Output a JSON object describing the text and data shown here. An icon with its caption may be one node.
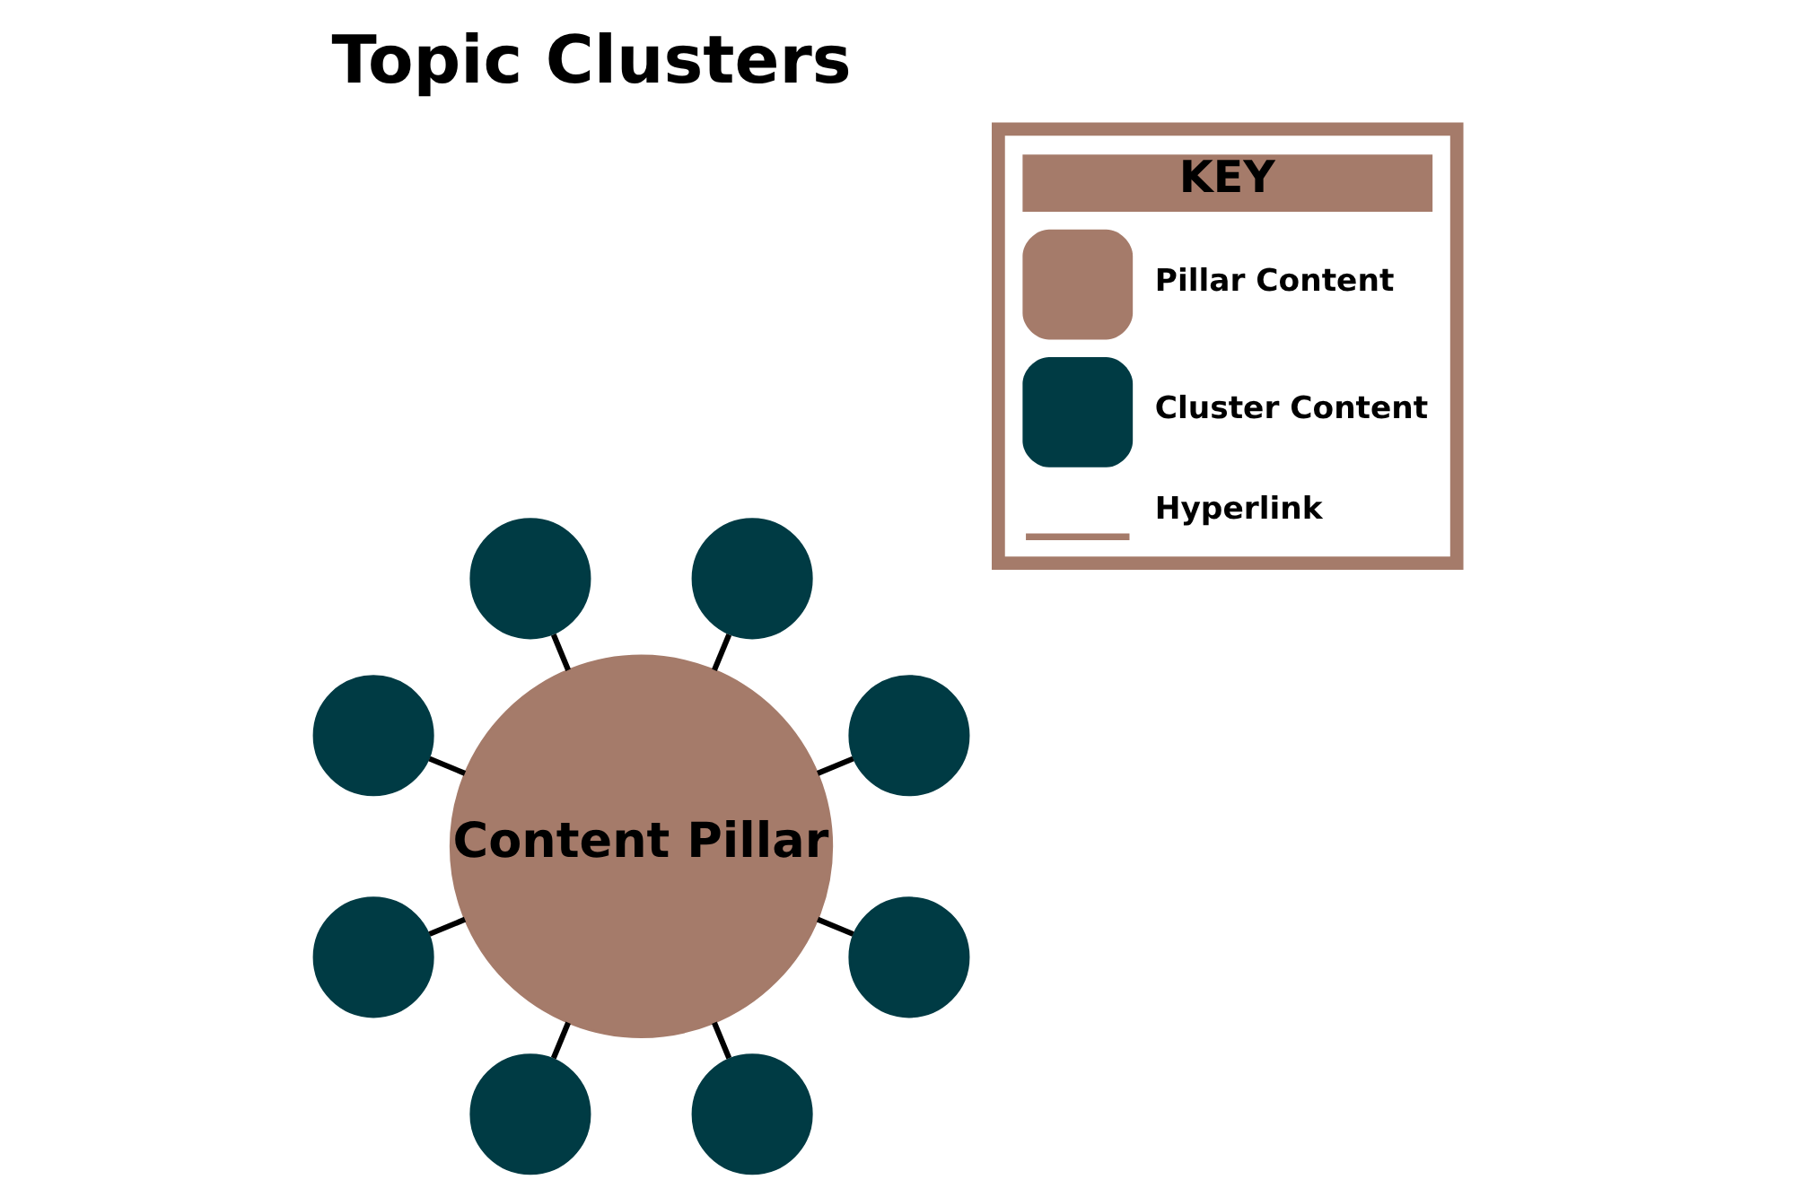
{
  "diagram": {
    "title": "Topic Clusters",
    "nodes": [
      {
        "text": [
          "Content Pillar"
        ]
      },
      {
        "text": [],
        "shape": "circle"
      },
      {
        "text": [],
        "shape": "circle"
      },
      {
        "text": [],
        "shape": "circle"
      },
      {
        "text": [],
        "shape": "circle"
      },
      {
        "text": [],
        "shape": "circle"
      },
      {
        "text": [],
        "shape": "circle"
      },
      {
        "text": [],
        "shape": "circle"
      },
      {
        "text": [],
        "shape": "circle"
      }
    ],
    "edges": [
      {
        "from": 0,
        "to": 1,
        "arrow": "none"
      },
      {
        "from": 0,
        "to": 2,
        "arrow": "none"
      },
      {
        "from": 0,
        "to": 3,
        "arrow": "none"
      },
      {
        "from": 0,
        "to": 4,
        "arrow": "none"
      },
      {
        "from": 0,
        "to": 5,
        "arrow": "none"
      },
      {
        "from": 0,
        "to": 6,
        "arrow": "none"
      },
      {
        "from": 0,
        "to": 7,
        "arrow": "none"
      },
      {
        "from": 0,
        "to": 8,
        "arrow": "none"
      }
    ],
    "labels": [
      "KEY"
    ],
    "legend": [
      {
        "text": "Pillar Content",
        "color": "#a57b6a"
      },
      {
        "text": "Cluster Content",
        "color": "#003b44"
      },
      {
        "text": "Hyperlink"
      }
    ]
  }
}
